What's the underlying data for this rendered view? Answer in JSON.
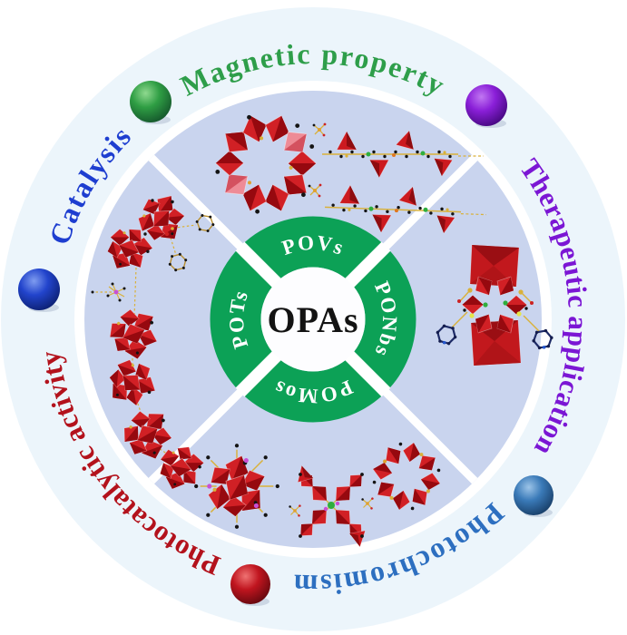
{
  "figure": {
    "title_center": "OPAs",
    "ring_segments": {
      "top": "POVs",
      "right": "PONbs",
      "bottom": "POMos",
      "left": "POTs"
    },
    "outer_labels": {
      "magnetic": {
        "text": "Magnetic property",
        "color": "#2e9e4a",
        "position": "top"
      },
      "therapeutic": {
        "text": "Therapeutic application",
        "color": "#7b16d4",
        "position": "right"
      },
      "catalysis": {
        "text": "Catalysis",
        "color": "#1e3ed0",
        "position": "upper-left"
      },
      "photocatalytic": {
        "text": "Photocatalytic activity",
        "color": "#b3121c",
        "position": "lower-left"
      },
      "photochromism": {
        "text": "Photochromism",
        "color": "#2d6fc0",
        "position": "lower-right"
      }
    },
    "spheres": {
      "green": {
        "position": "upper-left",
        "color": "#2f9e44"
      },
      "purple": {
        "position": "upper-right",
        "color": "#8a1fd8"
      },
      "blue": {
        "position": "left",
        "color": "#2244cc"
      },
      "red": {
        "position": "bottom",
        "color": "#c0151f"
      },
      "steel_blue": {
        "position": "lower-right",
        "color": "#3a7ab8"
      }
    },
    "colors": {
      "ring_green": "#0ca156",
      "inner_circle": "#c9d4ee",
      "outer_disc": "#ecf5fb",
      "ring_label": "#ffffff",
      "center_text": "#131313",
      "polyhedra_red": "#d12025"
    }
  }
}
